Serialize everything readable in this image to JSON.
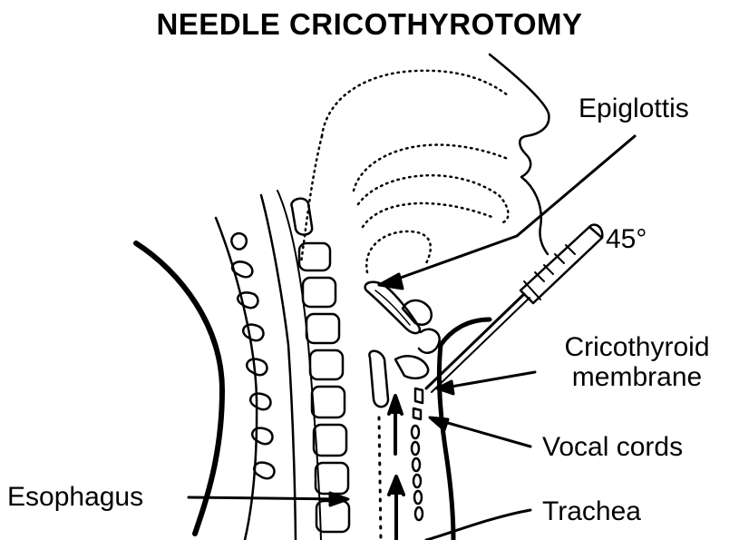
{
  "title": "NEEDLE CRICOTHYROTOMY",
  "labels": {
    "epiglottis": "Epiglottis",
    "angle": "45°",
    "cricothyroid_line1": "Cricothyroid",
    "cricothyroid_line2": "membrane",
    "vocal_cords": "Vocal cords",
    "esophagus": "Esophagus",
    "trachea": "Trachea"
  },
  "colors": {
    "ink": "#000000",
    "background": "#ffffff"
  }
}
